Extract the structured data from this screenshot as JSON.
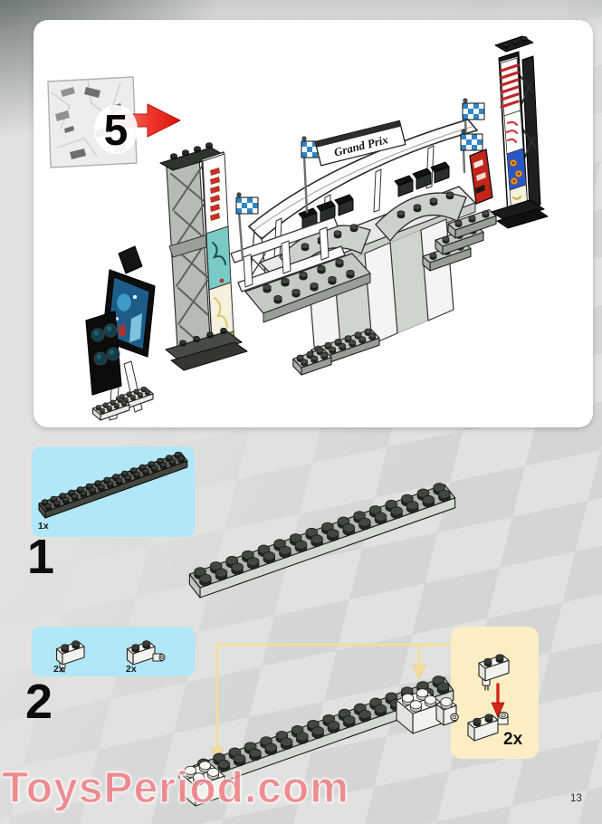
{
  "page_number": "13",
  "watermark": {
    "text": "ToysPeriod.com",
    "color": "#ee868c"
  },
  "overview": {
    "bag_label": "5",
    "canopy_sign": "Grand Prix"
  },
  "steps": {
    "step1": {
      "number": "1",
      "parts": [
        {
          "count": "1x",
          "part": "plate-2x16-dark-gray"
        }
      ]
    },
    "step2": {
      "number": "2",
      "parts": [
        {
          "count": "2x",
          "part": "brick-1x2-with-pin-white"
        },
        {
          "count": "2x",
          "part": "brick-1x2-with-side-stud-white"
        }
      ],
      "callout": {
        "count": "2x"
      }
    }
  },
  "colors": {
    "parts_box": "#b2e7f7",
    "callout_box": "#fbeec5",
    "callout_line": "#f3dc9f",
    "arrow_red": "#e2231a",
    "flag_blue": "#2f86c9"
  }
}
